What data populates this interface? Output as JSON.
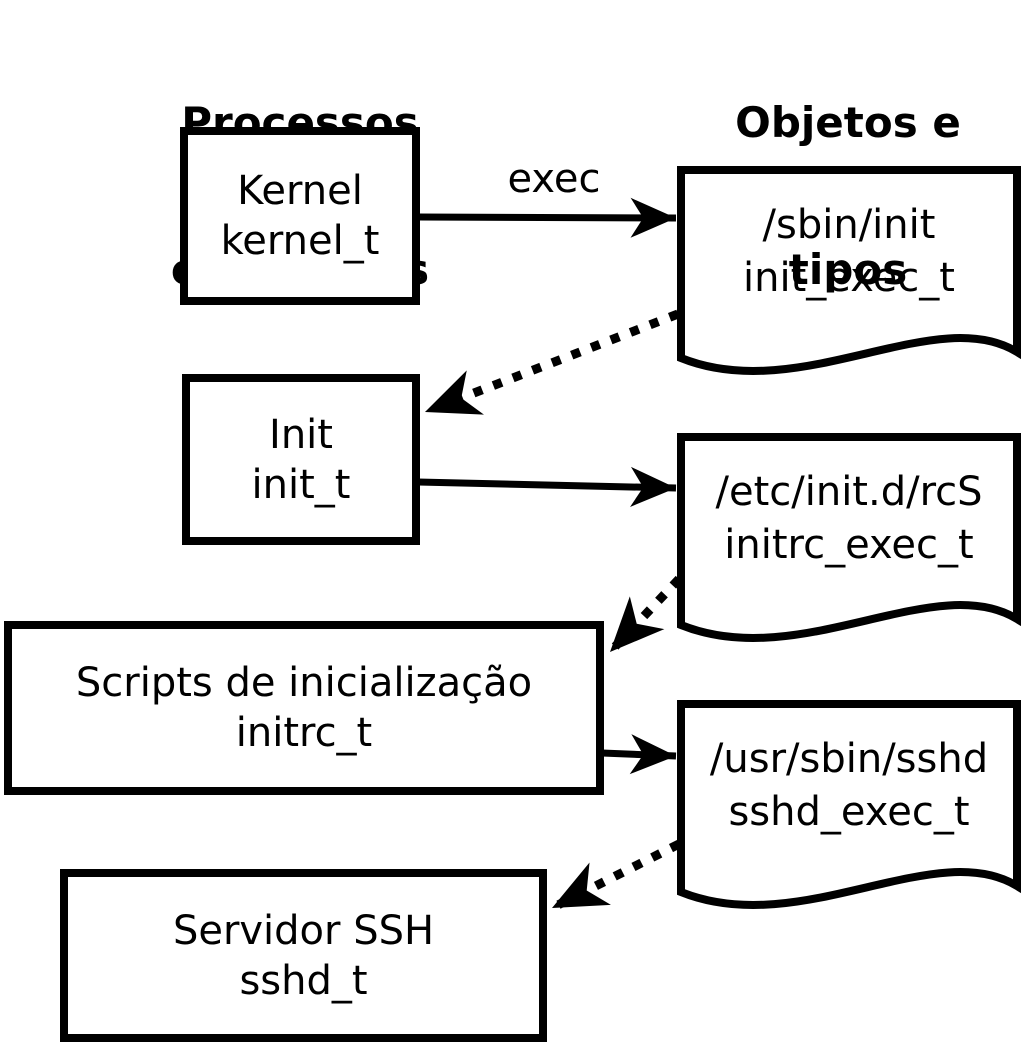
{
  "titles": {
    "left": {
      "line1": "Processos",
      "line2": "e domínios"
    },
    "right": {
      "line1": "Objetos e",
      "line2": "tipos"
    }
  },
  "processes": [
    {
      "name": "Kernel",
      "type": "kernel_t"
    },
    {
      "name": "Init",
      "type": "init_t"
    },
    {
      "name": "Scripts de inicialização",
      "type": "initrc_t"
    },
    {
      "name": "Servidor SSH",
      "type": "sshd_t"
    }
  ],
  "objects": [
    {
      "path": "/sbin/init",
      "type": "init_exec_t"
    },
    {
      "path": "/etc/init.d/rcS",
      "type": "initrc_exec_t"
    },
    {
      "path": "/usr/sbin/sshd",
      "type": "sshd_exec_t"
    }
  ],
  "arrows": {
    "exec_label": "exec"
  },
  "colors": {
    "stroke": "#000000",
    "background": "#ffffff",
    "shape_fill": "#ffffff"
  }
}
